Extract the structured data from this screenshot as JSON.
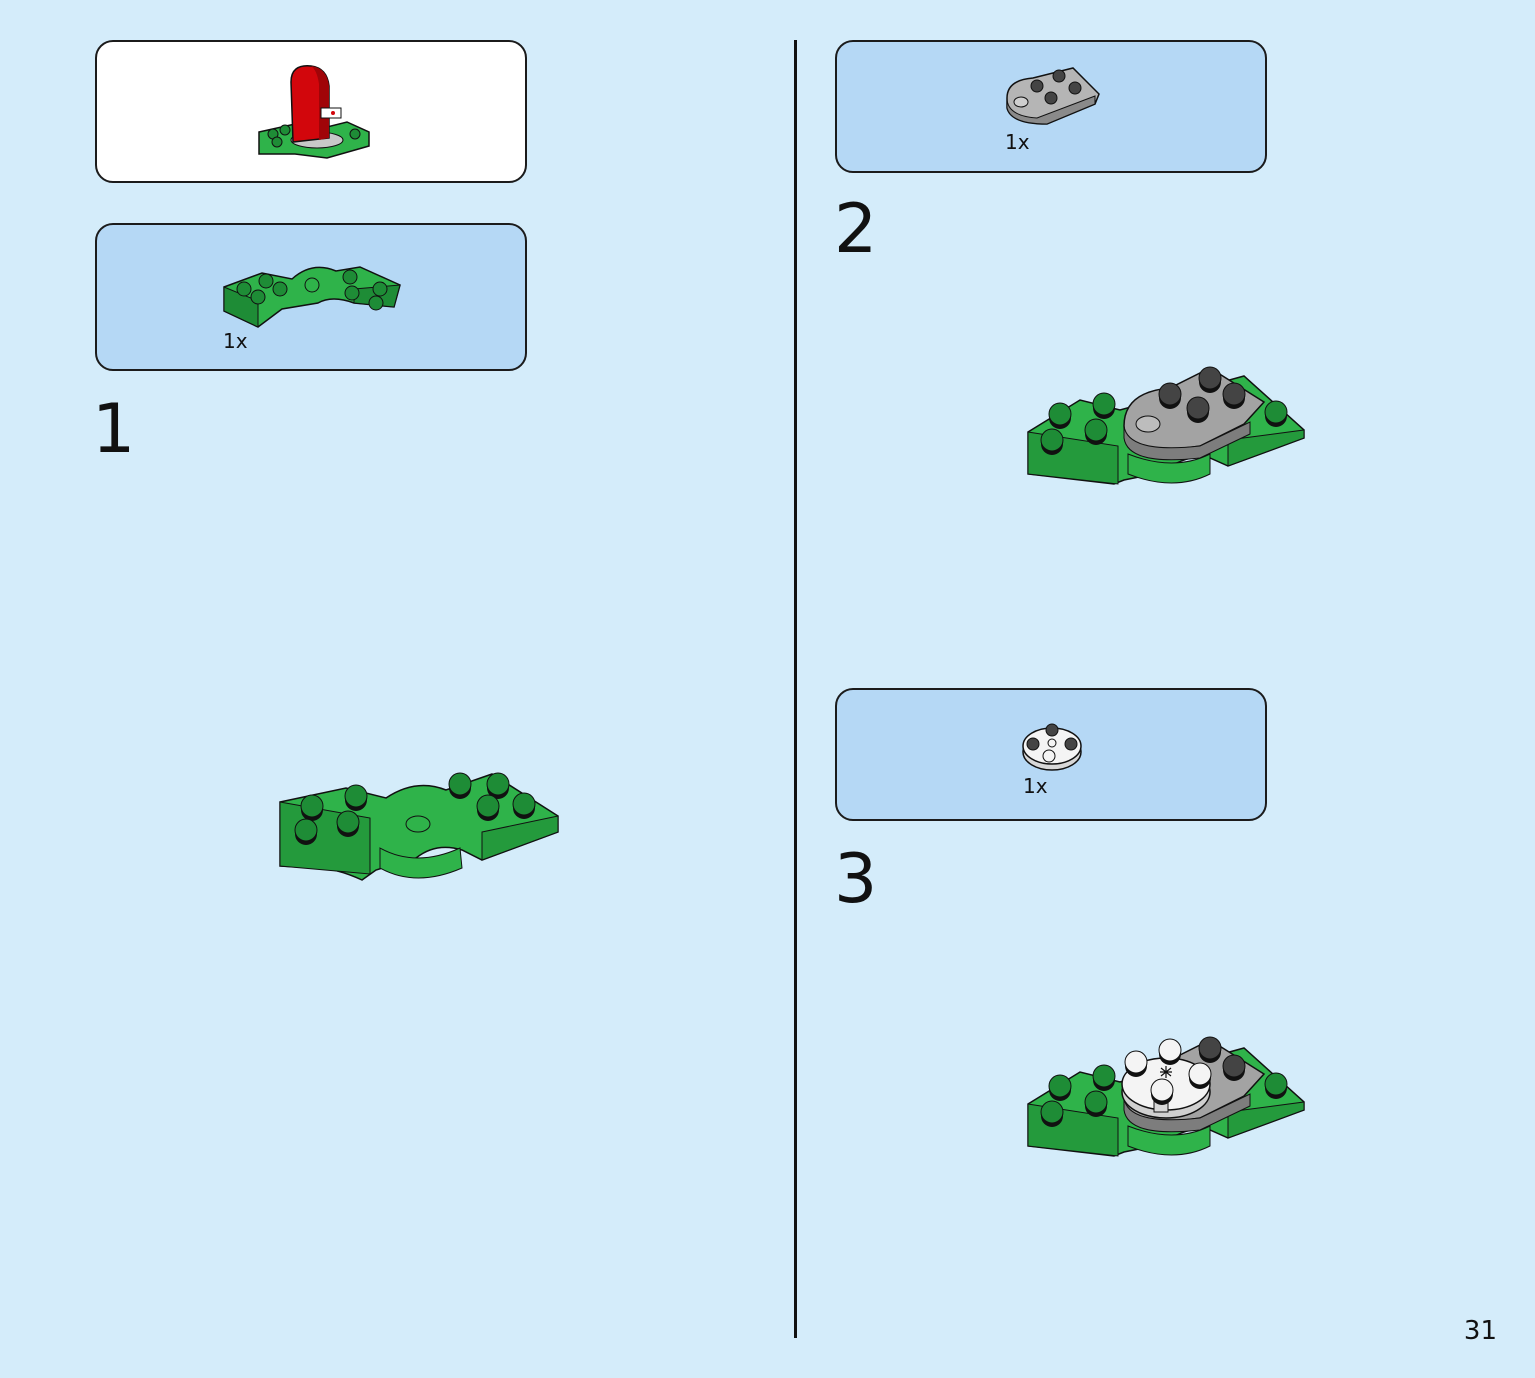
{
  "callouts": [
    {
      "quantity": ""
    },
    {
      "quantity": "1x"
    },
    {
      "quantity": "1x"
    },
    {
      "quantity": "1x"
    }
  ],
  "steps": [
    {
      "number": "1"
    },
    {
      "number": "2"
    },
    {
      "number": "3"
    }
  ],
  "page_number": "31",
  "colors": {
    "background": "#d4ecfa",
    "callout_fill": "#b5d8f5",
    "brick_green": "#2fb34a",
    "brick_green_dark": "#1e8c36",
    "brick_gray": "#a3a3a3",
    "brick_red": "#d2060c",
    "brick_white": "#f4f4f4"
  }
}
